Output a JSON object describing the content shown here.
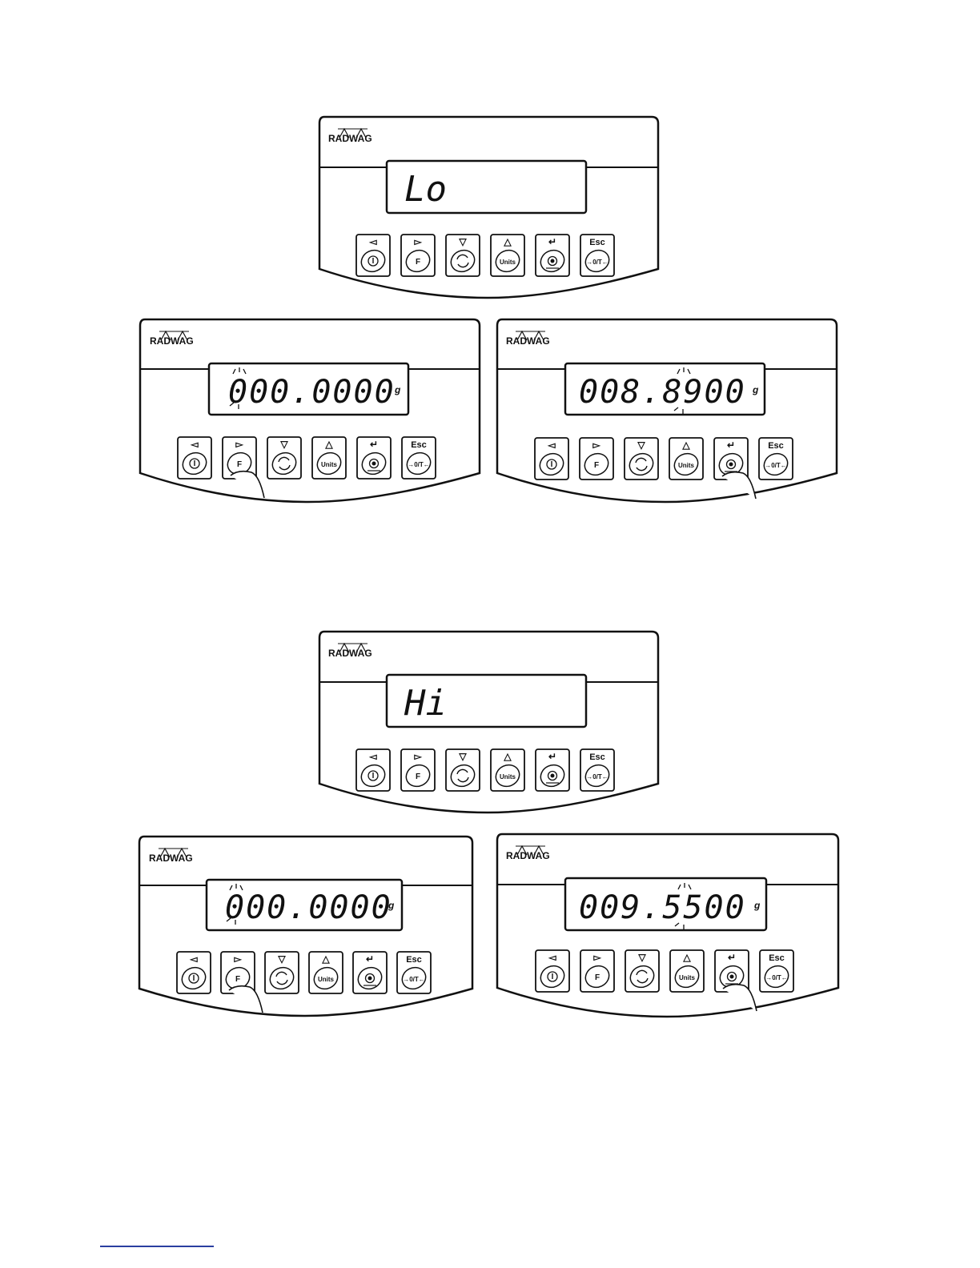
{
  "brand": "RADWAG",
  "buttons": [
    {
      "top_symbol": "◅",
      "main": "I",
      "icon": "power-icon",
      "name": "left-power-button"
    },
    {
      "top_symbol": "▻",
      "main": "F",
      "icon": "function-icon",
      "name": "right-function-button"
    },
    {
      "top_symbol": "▽",
      "main": "",
      "icon": "cycle-icon",
      "name": "down-cycle-button"
    },
    {
      "top_symbol": "△",
      "main": "Units",
      "icon": "units-icon",
      "name": "up-units-button"
    },
    {
      "top_symbol": "↵",
      "main": "",
      "icon": "print-icon",
      "name": "enter-print-button"
    },
    {
      "top_symbol": "Esc",
      "main": "→0/T←",
      "icon": "zero-tare-icon",
      "name": "esc-zero-tare-button"
    }
  ],
  "panels": [
    {
      "id": "lo-prompt",
      "display": "Lo",
      "unit": "",
      "finger_on": ""
    },
    {
      "id": "lo-start",
      "display": "000.0000",
      "unit": "g",
      "finger_on": "right-function-button"
    },
    {
      "id": "lo-set",
      "display": "008.8900",
      "unit": "g",
      "finger_on": "enter-print-button"
    },
    {
      "id": "hi-prompt",
      "display": "Hi",
      "unit": "",
      "finger_on": ""
    },
    {
      "id": "hi-start",
      "display": "000.0000",
      "unit": "g",
      "finger_on": "right-function-button"
    },
    {
      "id": "hi-set",
      "display": "009.5500",
      "unit": "g",
      "finger_on": "enter-print-button"
    }
  ]
}
